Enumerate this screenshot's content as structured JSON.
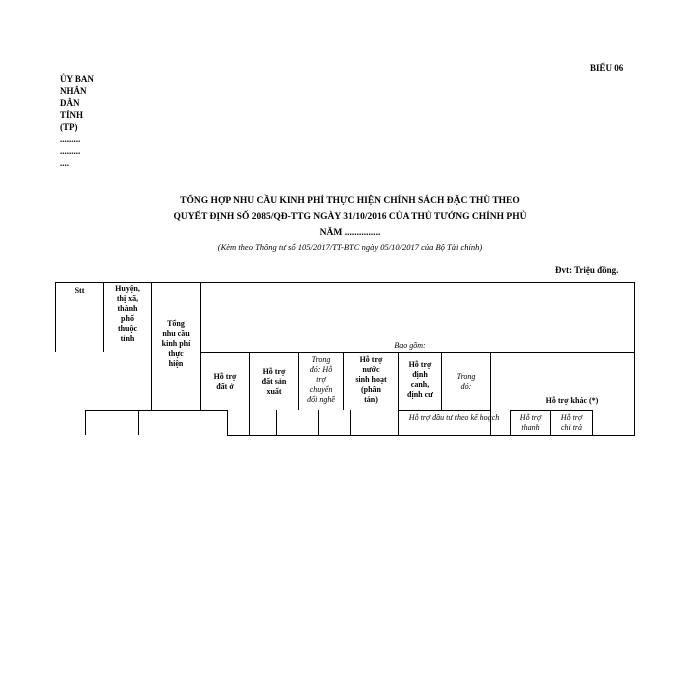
{
  "form_code": "BIỂU 06",
  "agency_lines": [
    "ỦY BAN",
    "NHÂN",
    "DÂN",
    "TỈNH",
    "(TP)",
    ".........",
    ".........",
    "...."
  ],
  "title_lines": [
    "TỔNG HỢP NHU CẦU KINH PHÍ THỰC HIỆN CHÍNH SÁCH ĐẶC THÙ THEO",
    "QUYẾT ĐỊNH SỐ 2085/QĐ-TTG NGÀY 31/10/2016 CỦA THỦ TƯỚNG CHÍNH PHỦ",
    "NĂM ..............."
  ],
  "subtitle": "(Kèm theo Thông tư số 105/2017/TT-BTC ngày 05/10/2017 của Bộ Tài chính)",
  "unit": "Đvt: Triệu đồng.",
  "table": {
    "stt": "Stt",
    "district": [
      "Huyện,",
      "thị xã,",
      "thành",
      "phố",
      "thuộc",
      "tỉnh"
    ],
    "total": [
      "Tổng",
      "nhu cầu",
      "kinh phí",
      "thực",
      "hiện"
    ],
    "including": "Bao gồm:",
    "land": [
      "Hỗ trợ",
      "đất ở"
    ],
    "production_land": [
      "Hỗ trợ",
      "đất sản",
      "xuất"
    ],
    "job_change": [
      "Trong",
      "đó: Hỗ",
      "trợ",
      "chuyển",
      "đổi nghề"
    ],
    "water": [
      "Hỗ trợ",
      "nước",
      "sinh hoạt",
      "(phân",
      "tán)"
    ],
    "resettlement": [
      "Hỗ trợ",
      "định",
      "canh,",
      "định cư"
    ],
    "of_which": [
      "Trong",
      "đó:"
    ],
    "other_support": "Hỗ trợ khác (*)",
    "infra_support": "Hỗ trợ đầu tư theo kế hoạch",
    "settle_support": [
      "Hỗ trợ",
      "thanh"
    ],
    "pay_support": [
      "Hỗ trợ",
      "chi trả"
    ]
  }
}
